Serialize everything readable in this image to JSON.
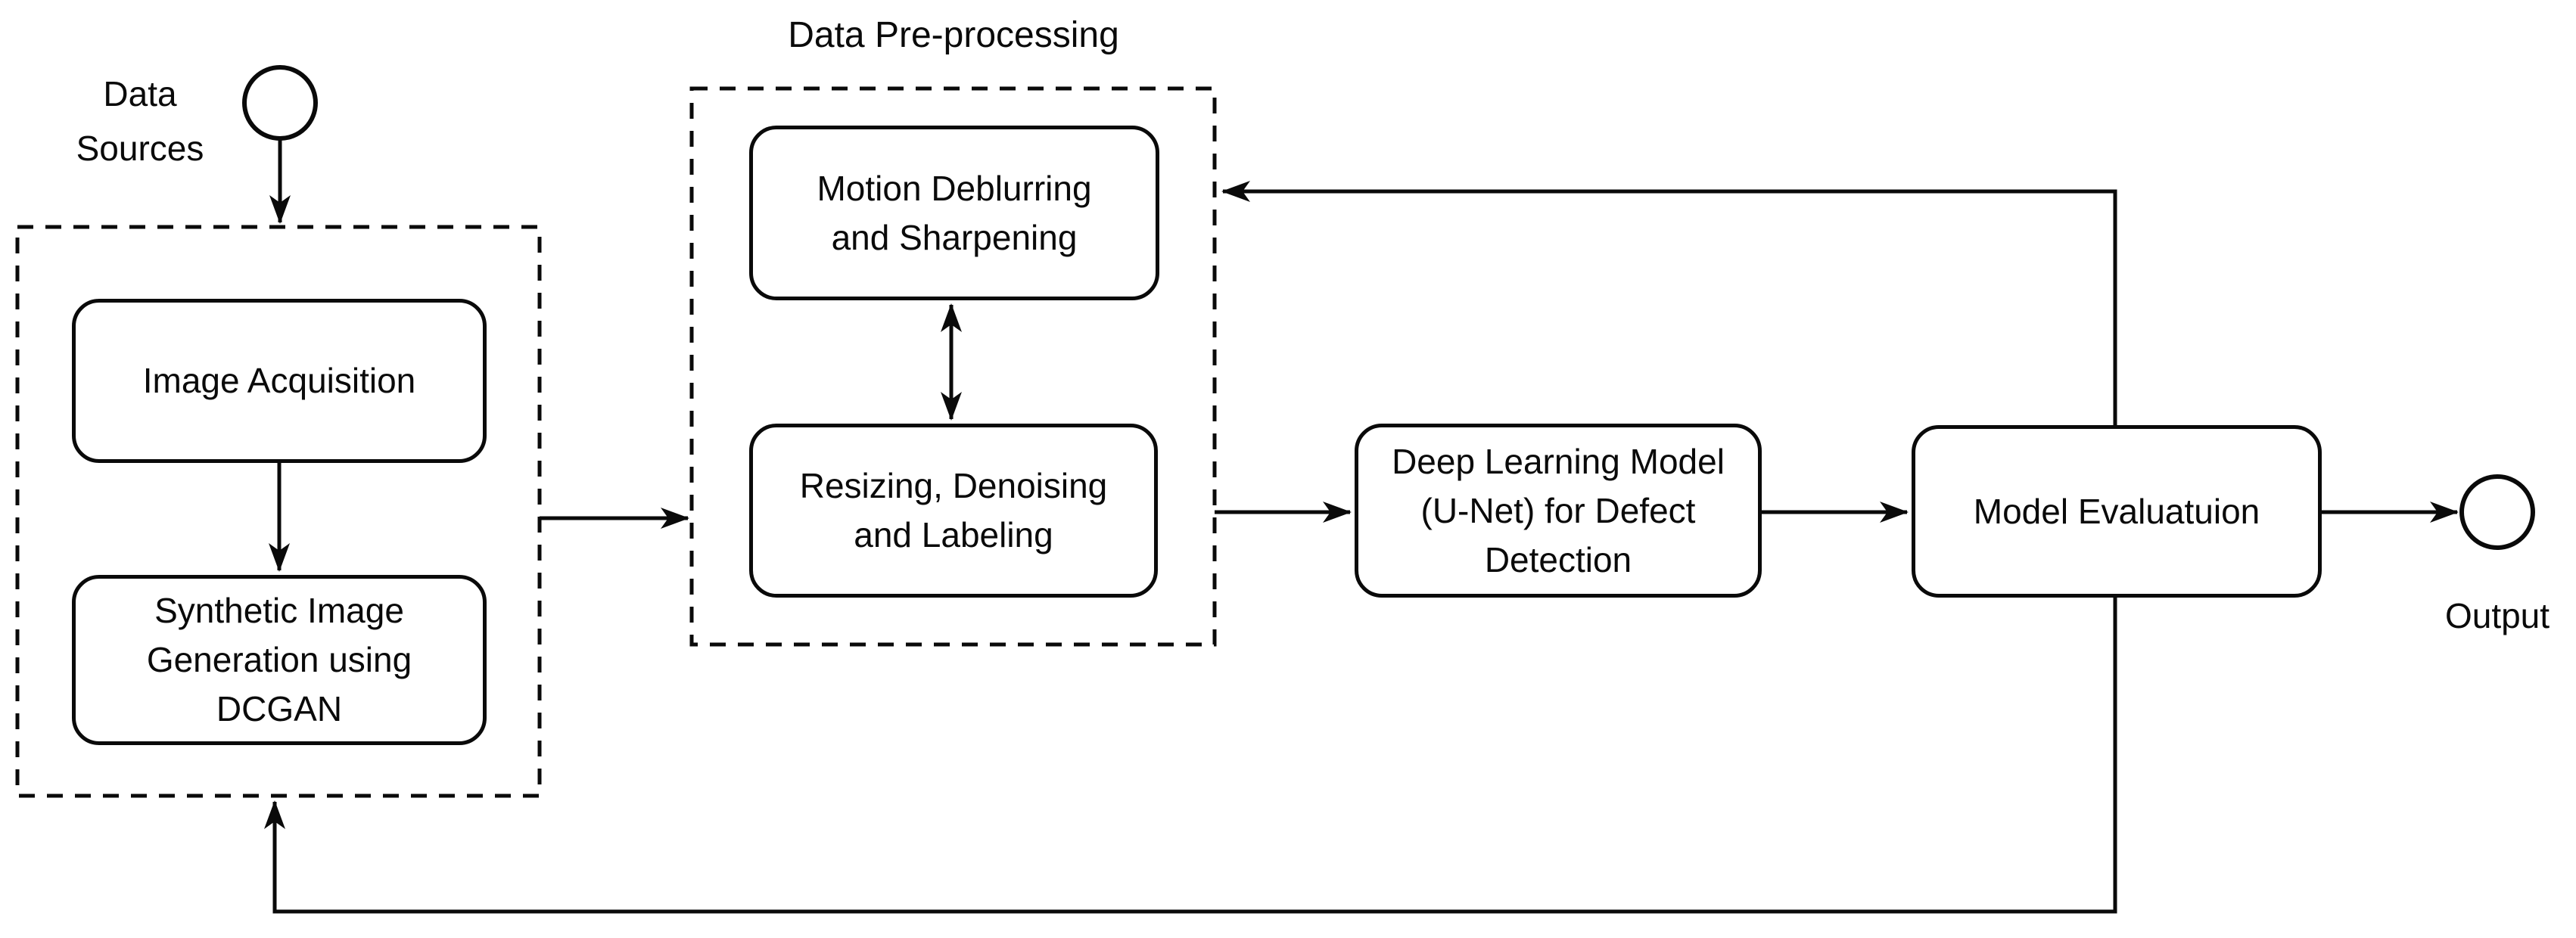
{
  "colors": {
    "stroke": "#0a0a0a",
    "background": "#ffffff"
  },
  "labels": {
    "data_sources": "Data\nSources",
    "output": "Output"
  },
  "groups": {
    "acquisition": {
      "title": ""
    },
    "preprocessing": {
      "title": "Data Pre-processing"
    }
  },
  "nodes": {
    "image_acquisition": {
      "label": "Image Acquisition"
    },
    "synthetic_generation": {
      "label": "Synthetic Image\nGeneration using\nDCGAN"
    },
    "motion_deblurring": {
      "label": "Motion Deblurring\nand Sharpening"
    },
    "resizing_denoising": {
      "label": "Resizing, Denoising\nand Labeling"
    },
    "deep_learning_model": {
      "label": "Deep Learning Model\n(U-Net) for Defect\nDetection"
    },
    "model_evaluation": {
      "label": "Model Evaluatuion"
    }
  },
  "edges": [
    {
      "from": "data-sources-start",
      "to": "acquisition-group"
    },
    {
      "from": "image_acquisition",
      "to": "synthetic_generation"
    },
    {
      "from": "acquisition-group",
      "to": "preprocessing-group"
    },
    {
      "from": "motion_deblurring",
      "to": "resizing_denoising",
      "bidirectional": true
    },
    {
      "from": "preprocessing-group",
      "to": "deep_learning_model"
    },
    {
      "from": "deep_learning_model",
      "to": "model_evaluation"
    },
    {
      "from": "model_evaluation",
      "to": "output-end"
    },
    {
      "from": "model_evaluation",
      "to": "preprocessing-group",
      "type": "feedback-top"
    },
    {
      "from": "model_evaluation",
      "to": "acquisition-group",
      "type": "feedback-bottom"
    }
  ]
}
